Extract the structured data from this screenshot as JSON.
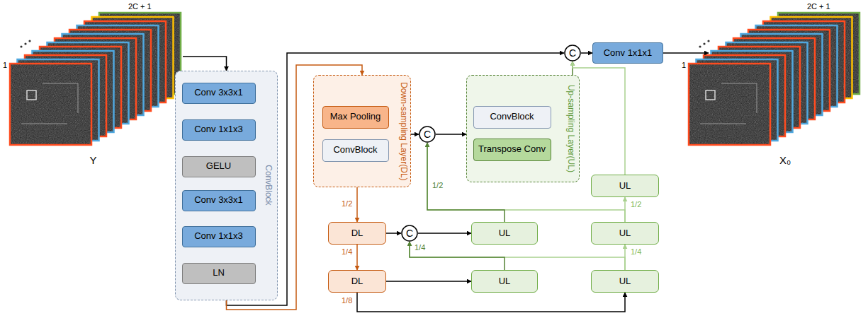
{
  "diagram": {
    "nodes": [
      {
        "text": [
          "Y"
        ]
      },
      {
        "text": [
          "ConvBlock"
        ]
      },
      {
        "text": [
          "Conv 3x3x1"
        ],
        "in": 1
      },
      {
        "text": [
          "Conv 1x1x3"
        ],
        "in": 1
      },
      {
        "text": [
          "GELU"
        ],
        "in": 1
      },
      {
        "text": [
          "Conv 3x3x1"
        ],
        "in": 1
      },
      {
        "text": [
          "Conv 1x1x3"
        ],
        "in": 1
      },
      {
        "text": [
          "LN"
        ],
        "in": 1
      },
      {
        "text": [
          "C"
        ]
      },
      {
        "text": [
          "Conv 1x1x1"
        ]
      },
      {
        "text": [
          "X₀"
        ]
      },
      {
        "text": [
          "Down-sampling Layer(DL)"
        ]
      },
      {
        "text": [
          "Max Pooling"
        ],
        "in": 11
      },
      {
        "text": [
          "ConvBlock"
        ],
        "in": 11
      },
      {
        "text": [
          "C"
        ]
      },
      {
        "text": [
          "Up-sampling Layer(UL)"
        ]
      },
      {
        "text": [
          "ConvBlock"
        ],
        "in": 15
      },
      {
        "text": [
          "Transpose Conv"
        ],
        "in": 15
      },
      {
        "text": [
          "UL"
        ]
      },
      {
        "text": [
          "DL"
        ]
      },
      {
        "text": [
          "C"
        ]
      },
      {
        "text": [
          "UL"
        ]
      },
      {
        "text": [
          "UL"
        ]
      },
      {
        "text": [
          "DL"
        ]
      },
      {
        "text": [
          "UL"
        ]
      },
      {
        "text": [
          "UL"
        ]
      }
    ],
    "edges": [
      {
        "from": 0,
        "to": 1,
        "arrow": "to"
      },
      {
        "from": 1,
        "to": 8,
        "arrow": "to"
      },
      {
        "from": 1,
        "to": 11,
        "arrow": "to"
      },
      {
        "from": 11,
        "to": 14,
        "arrow": "to"
      },
      {
        "from": 14,
        "to": 15,
        "arrow": "to"
      },
      {
        "from": 15,
        "to": 8,
        "arrow": "to"
      },
      {
        "from": 18,
        "to": 8,
        "arrow": "to"
      },
      {
        "from": 8,
        "to": 9,
        "arrow": "to"
      },
      {
        "from": 9,
        "to": 10,
        "arrow": "to"
      },
      {
        "from": 11,
        "to": 19,
        "label": "1/2",
        "arrow": "to"
      },
      {
        "from": 19,
        "to": 23,
        "label": "1/4",
        "arrow": "to"
      },
      {
        "from": 19,
        "to": 20,
        "arrow": "to"
      },
      {
        "from": 20,
        "to": 21,
        "arrow": "to"
      },
      {
        "from": 25,
        "to": 20,
        "arrow": "to"
      },
      {
        "from": 22,
        "to": 14,
        "arrow": "to"
      },
      {
        "from": 21,
        "to": 14,
        "label": "1/2",
        "arrow": "to"
      },
      {
        "from": 23,
        "to": 24,
        "arrow": "to"
      },
      {
        "from": 24,
        "to": 20,
        "label": "1/4",
        "arrow": "to"
      },
      {
        "from": 23,
        "to": 25,
        "label": "1/8",
        "arrow": "to"
      },
      {
        "from": 25,
        "to": 22,
        "label": "1/4",
        "arrow": "to"
      },
      {
        "from": 22,
        "to": 18,
        "label": "1/2",
        "arrow": "to"
      }
    ],
    "labels": [
      "2C + 1",
      "1",
      "2C + 1",
      "1"
    ]
  }
}
